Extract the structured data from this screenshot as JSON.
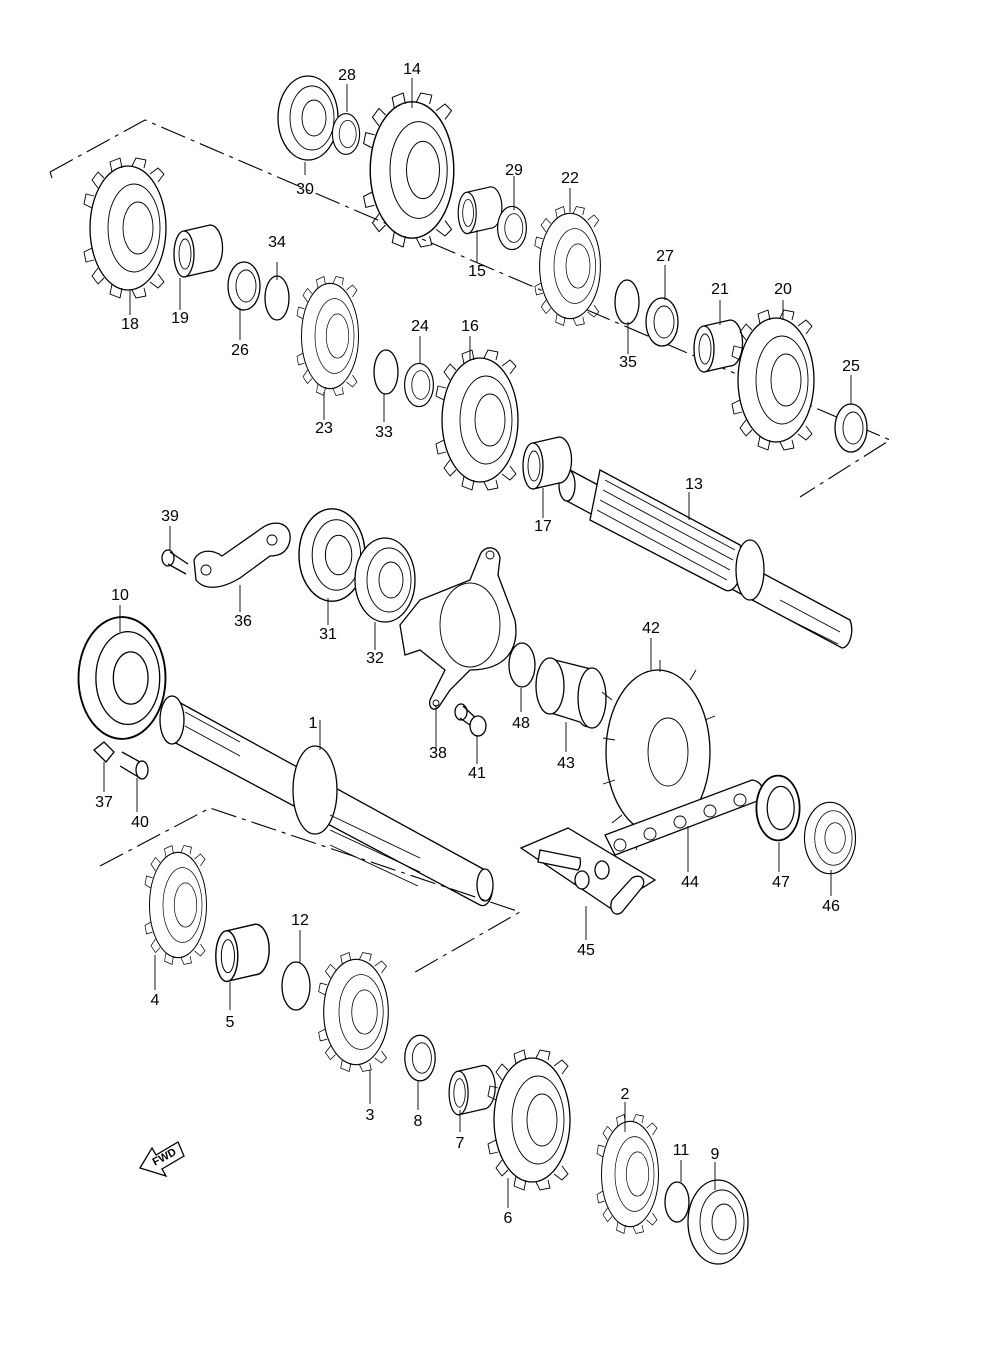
{
  "diagram": {
    "direction_marker": "FWD",
    "callouts": {
      "p1": "1",
      "p2": "2",
      "p3": "3",
      "p4": "4",
      "p5": "5",
      "p6": "6",
      "p7": "7",
      "p8": "8",
      "p9": "9",
      "p10": "10",
      "p11": "11",
      "p12": "12",
      "p13": "13",
      "p14": "14",
      "p15": "15",
      "p16": "16",
      "p17": "17",
      "p18": "18",
      "p19": "19",
      "p20": "20",
      "p21": "21",
      "p22": "22",
      "p23": "23",
      "p24": "24",
      "p25": "25",
      "p26": "26",
      "p27": "27",
      "p28": "28",
      "p29": "29",
      "p30": "30",
      "p31": "31",
      "p32": "32",
      "p33": "33",
      "p34": "34",
      "p35": "35",
      "p36": "36",
      "p37": "37",
      "p38": "38",
      "p39": "39",
      "p40": "40",
      "p41": "41",
      "p42": "42",
      "p43": "43",
      "p44": "44",
      "p45": "45",
      "p46": "46",
      "p47": "47",
      "p48": "48"
    }
  }
}
